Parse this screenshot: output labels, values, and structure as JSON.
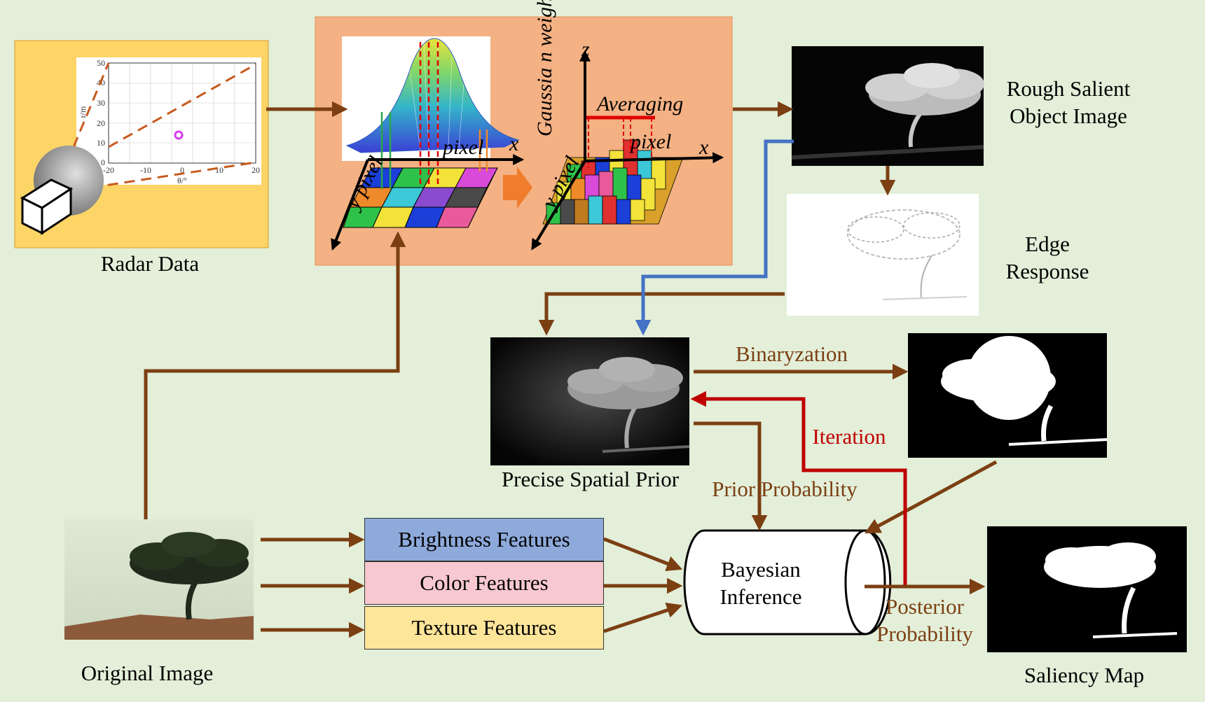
{
  "labels": {
    "radar_data": "Radar Data",
    "rough_salient": "Rough Salient Object Image",
    "edge_response": "Edge Response",
    "precise_prior": "Precise Spatial Prior",
    "binarization": "Binaryzation",
    "iteration": "Iteration",
    "prior_probability": "Prior Probability",
    "bayesian": "Bayesian Inference",
    "posterior": "Posterior Probability",
    "saliency_map": "Saliency Map",
    "original_image": "Original Image",
    "averaging": "Averaging",
    "gaussian_weight": "Gaussia n weight",
    "axis_x": "x",
    "axis_x2": "x",
    "axis_z": "z",
    "axis_pixel_x": "pixel",
    "axis_pixel_y": "y pixel",
    "axis_pixel_x2": "pixel",
    "axis_pixel_y2": "y pixel"
  },
  "features": [
    {
      "label": "Brightness Features",
      "color": "#8eaadb"
    },
    {
      "label": "Color Features",
      "color": "#f8c8d0"
    },
    {
      "label": "Texture Features",
      "color": "#fde59a"
    }
  ],
  "radar_plot": {
    "ylabel": "r/m",
    "xlabel": "θ/°",
    "yticks": [
      "50",
      "40",
      "30",
      "20",
      "10",
      "0"
    ],
    "xticks": [
      "-20",
      "-10",
      "0",
      "10",
      "20"
    ]
  },
  "colors": {
    "background": "#e3efd9",
    "flow_brown": "#7b3f12",
    "blue_arrow": "#4472c4",
    "iteration_red": "#c00000",
    "radar_panel": "#fdd466",
    "gaussian_panel": "#f4b183"
  }
}
